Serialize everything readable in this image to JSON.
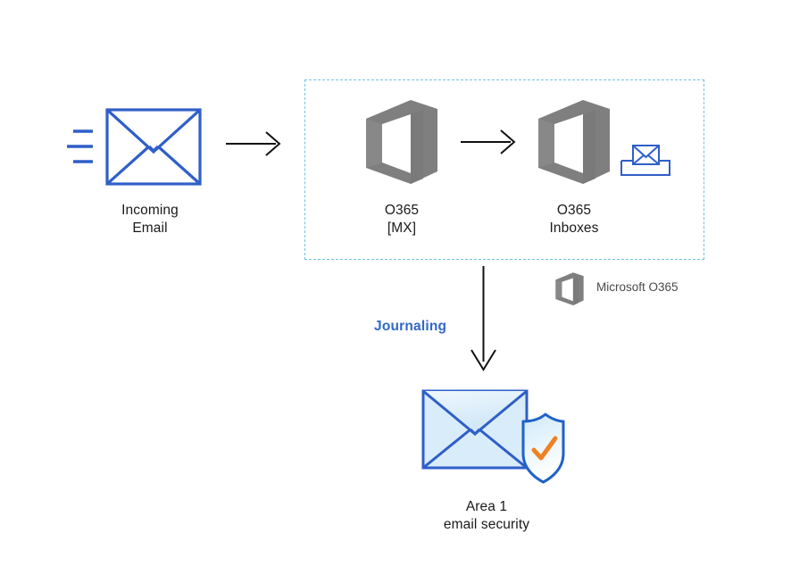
{
  "diagram": {
    "title": "Area 1 email security journaling flow with Microsoft O365",
    "background_color": "#ffffff",
    "colors": {
      "envelope_blue": "#2f5fc8",
      "office_gray": "#7f7f7f",
      "dashed_border": "#72c3de",
      "arrow_black": "#111111",
      "journaling_blue": "#3068c8",
      "shield_check_orange": "#f08122",
      "envelope_fill_light": "#e3f1fb",
      "legend_text": "#4a4a4a",
      "label_text": "#1a1a1a"
    },
    "nodes": [
      {
        "id": "incoming-email",
        "label": "Incoming\nEmail",
        "icon": "envelope-with-motion-lines-icon"
      },
      {
        "id": "o365-mx",
        "label": "O365\n[MX]",
        "icon": "office-365-logo-icon"
      },
      {
        "id": "o365-inboxes",
        "label": "O365\nInboxes",
        "icon": "office-365-logo-icon",
        "badge_icon": "inbox-tray-envelope-icon"
      },
      {
        "id": "area1-email-security",
        "label": "Area 1\nemail security",
        "icon": "envelope-shield-check-icon"
      }
    ],
    "zone": {
      "id": "o365-zone",
      "style": "dashed",
      "encloses": [
        "o365-mx",
        "o365-inboxes"
      ]
    },
    "edges": [
      {
        "id": "edge-incoming-to-mx",
        "from": "incoming-email",
        "to": "o365-mx",
        "direction": "right",
        "label": ""
      },
      {
        "id": "edge-mx-to-inboxes",
        "from": "o365-mx",
        "to": "o365-inboxes",
        "direction": "right",
        "label": ""
      },
      {
        "id": "edge-journaling",
        "from": "o365-zone",
        "to": "area1-email-security",
        "direction": "down",
        "label": "Journaling"
      }
    ],
    "legend": {
      "icon": "office-365-logo-icon",
      "text": "Microsoft O365"
    }
  }
}
